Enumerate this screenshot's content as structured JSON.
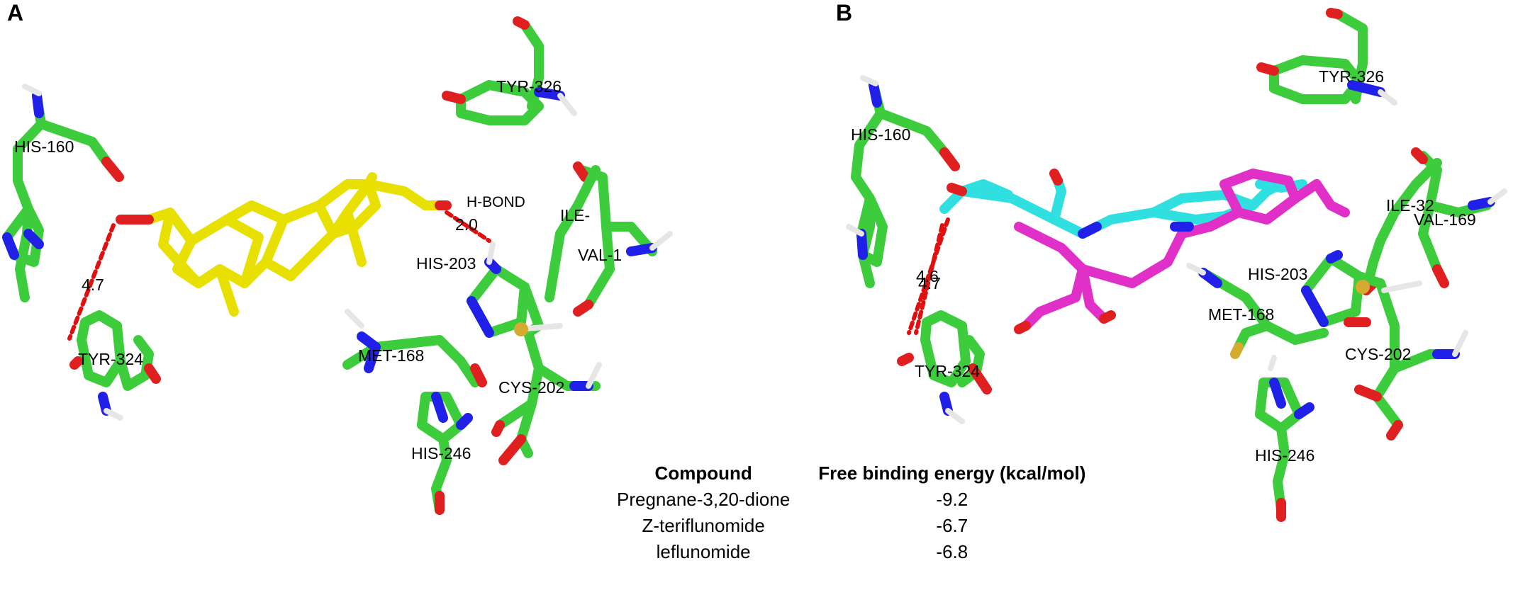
{
  "panel_a": {
    "letter": "A",
    "residues": {
      "his160": "HIS-160",
      "tyr326": "TYR-326",
      "his203": "HIS-203",
      "ile": "ILE-",
      "val": "VAL-1",
      "met168": "MET-168",
      "cys202": "CYS-202",
      "his246": "HIS-246",
      "tyr324": "TYR-324"
    },
    "distances": {
      "left": "4.7",
      "hbond": "2.0"
    },
    "hbond_label": "H-BOND"
  },
  "panel_b": {
    "letter": "B",
    "residues": {
      "his160": "HIS-160",
      "tyr326": "TYR-326",
      "ile32": "ILE-32",
      "val": "VAL-169",
      "his203": "HIS-203",
      "met168": "MET-168",
      "cys202": "CYS-202",
      "his246": "HIS-246",
      "tyr324": "TYR-324"
    },
    "distances": {
      "d1": "4.6",
      "d2": "4.7"
    }
  },
  "table": {
    "headers": [
      "Compound",
      "Free binding energy (kcal/mol)"
    ],
    "rows": [
      {
        "compound": "Pregnane-3,20-dione",
        "energy": "-9.2"
      },
      {
        "compound": "Z-teriflunomide",
        "energy": "-6.7"
      },
      {
        "compound": "leflunomide",
        "energy": "-6.8"
      }
    ]
  },
  "colors": {
    "carbon": "#3ccc3c",
    "nitrogen": "#2020e8",
    "oxygen": "#e02020",
    "sulfur": "#d4aa30",
    "hydrogen": "#e6e6e6",
    "ligand_a": "#e8e000",
    "ligand_b_teri": "#30e0e0",
    "ligand_b_lef": "#e030c8",
    "hbond": "#e01010"
  }
}
